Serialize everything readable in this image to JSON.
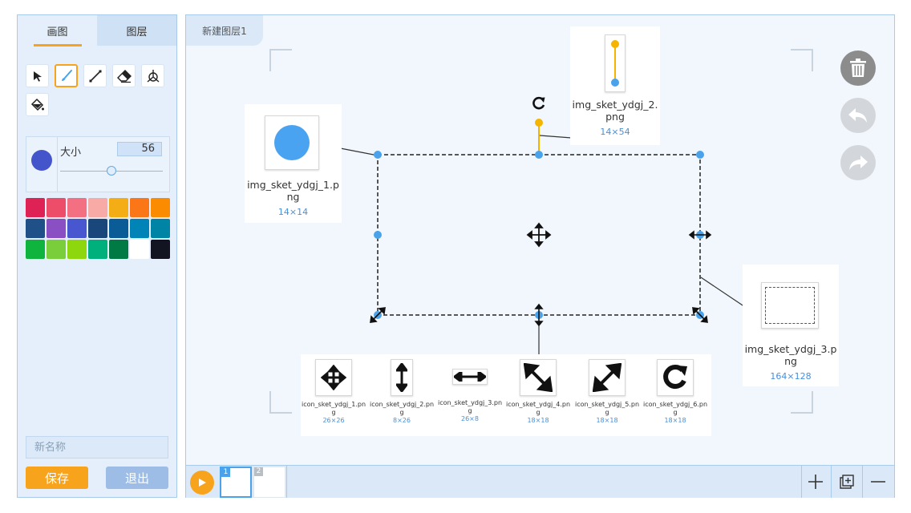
{
  "left_panel": {
    "tabs": [
      {
        "label": "画图"
      },
      {
        "label": "图层"
      }
    ],
    "tools": [
      {
        "name": "select-tool",
        "icon": "pointer-icon"
      },
      {
        "name": "brush-tool",
        "icon": "brush-icon",
        "active": true
      },
      {
        "name": "line-tool",
        "icon": "line-icon"
      },
      {
        "name": "eraser-tool",
        "icon": "eraser-icon"
      },
      {
        "name": "shape-tool",
        "icon": "tripod-icon"
      },
      {
        "name": "fill-tool",
        "icon": "paint-bucket-icon"
      }
    ],
    "size": {
      "label": "大小",
      "value": "56",
      "slider_fraction": 0.5
    },
    "current_color": "#4455cc",
    "palette": [
      "#de2256",
      "#ee4d6a",
      "#f36f82",
      "#f8aaa6",
      "#f4ad14",
      "#fb7617",
      "#fb8b00",
      "#1f5087",
      "#8a4fc2",
      "#4857cf",
      "#19477c",
      "#0a5c96",
      "#0083b6",
      "#0084a6",
      "#0fb43e",
      "#7bce3b",
      "#8ed60e",
      "#00b07c",
      "#007a45",
      "#ffffff",
      "#121422"
    ],
    "name_placeholder": "新名称",
    "save_label": "保存",
    "exit_label": "退出"
  },
  "canvas": {
    "layer_tab": "新建图层1",
    "annotations": [
      {
        "name": "img_sket_ydgj_1.png",
        "dim": "14×14"
      },
      {
        "name": "img_sket_ydgj_2.png",
        "dim": "14×54"
      },
      {
        "name": "img_sket_ydgj_3.png",
        "dim": "164×128"
      }
    ],
    "icons": [
      {
        "name": "icon_sket_ydgj_1.png",
        "dim": "26×26",
        "icon": "move-icon"
      },
      {
        "name": "icon_sket_ydgj_2.png",
        "dim": "8×26",
        "icon": "vertical-resize-icon"
      },
      {
        "name": "icon_sket_ydgj_3.png",
        "dim": "26×8",
        "icon": "horizontal-resize-icon"
      },
      {
        "name": "icon_sket_ydgj_4.png",
        "dim": "18×18",
        "icon": "diagonal-resize-nwse-icon"
      },
      {
        "name": "icon_sket_ydgj_5.png",
        "dim": "18×18",
        "icon": "diagonal-resize-nesw-icon"
      },
      {
        "name": "icon_sket_ydgj_6.png",
        "dim": "18×18",
        "icon": "rotate-icon"
      }
    ],
    "right_controls": [
      {
        "name": "delete",
        "icon": "trash-icon",
        "enabled": true
      },
      {
        "name": "undo",
        "icon": "undo-icon",
        "enabled": false
      },
      {
        "name": "redo",
        "icon": "redo-icon",
        "enabled": false
      }
    ]
  },
  "timeline": {
    "frames": [
      {
        "number": "1",
        "active": true
      },
      {
        "number": "2",
        "active": false
      }
    ],
    "controls": [
      {
        "icon": "plus-icon"
      },
      {
        "icon": "duplicate-icon"
      },
      {
        "icon": "minus-icon"
      }
    ]
  },
  "colors": {
    "accent": "#f8a31c",
    "handle": "#4aa3ea",
    "panel": "#e4effb"
  }
}
